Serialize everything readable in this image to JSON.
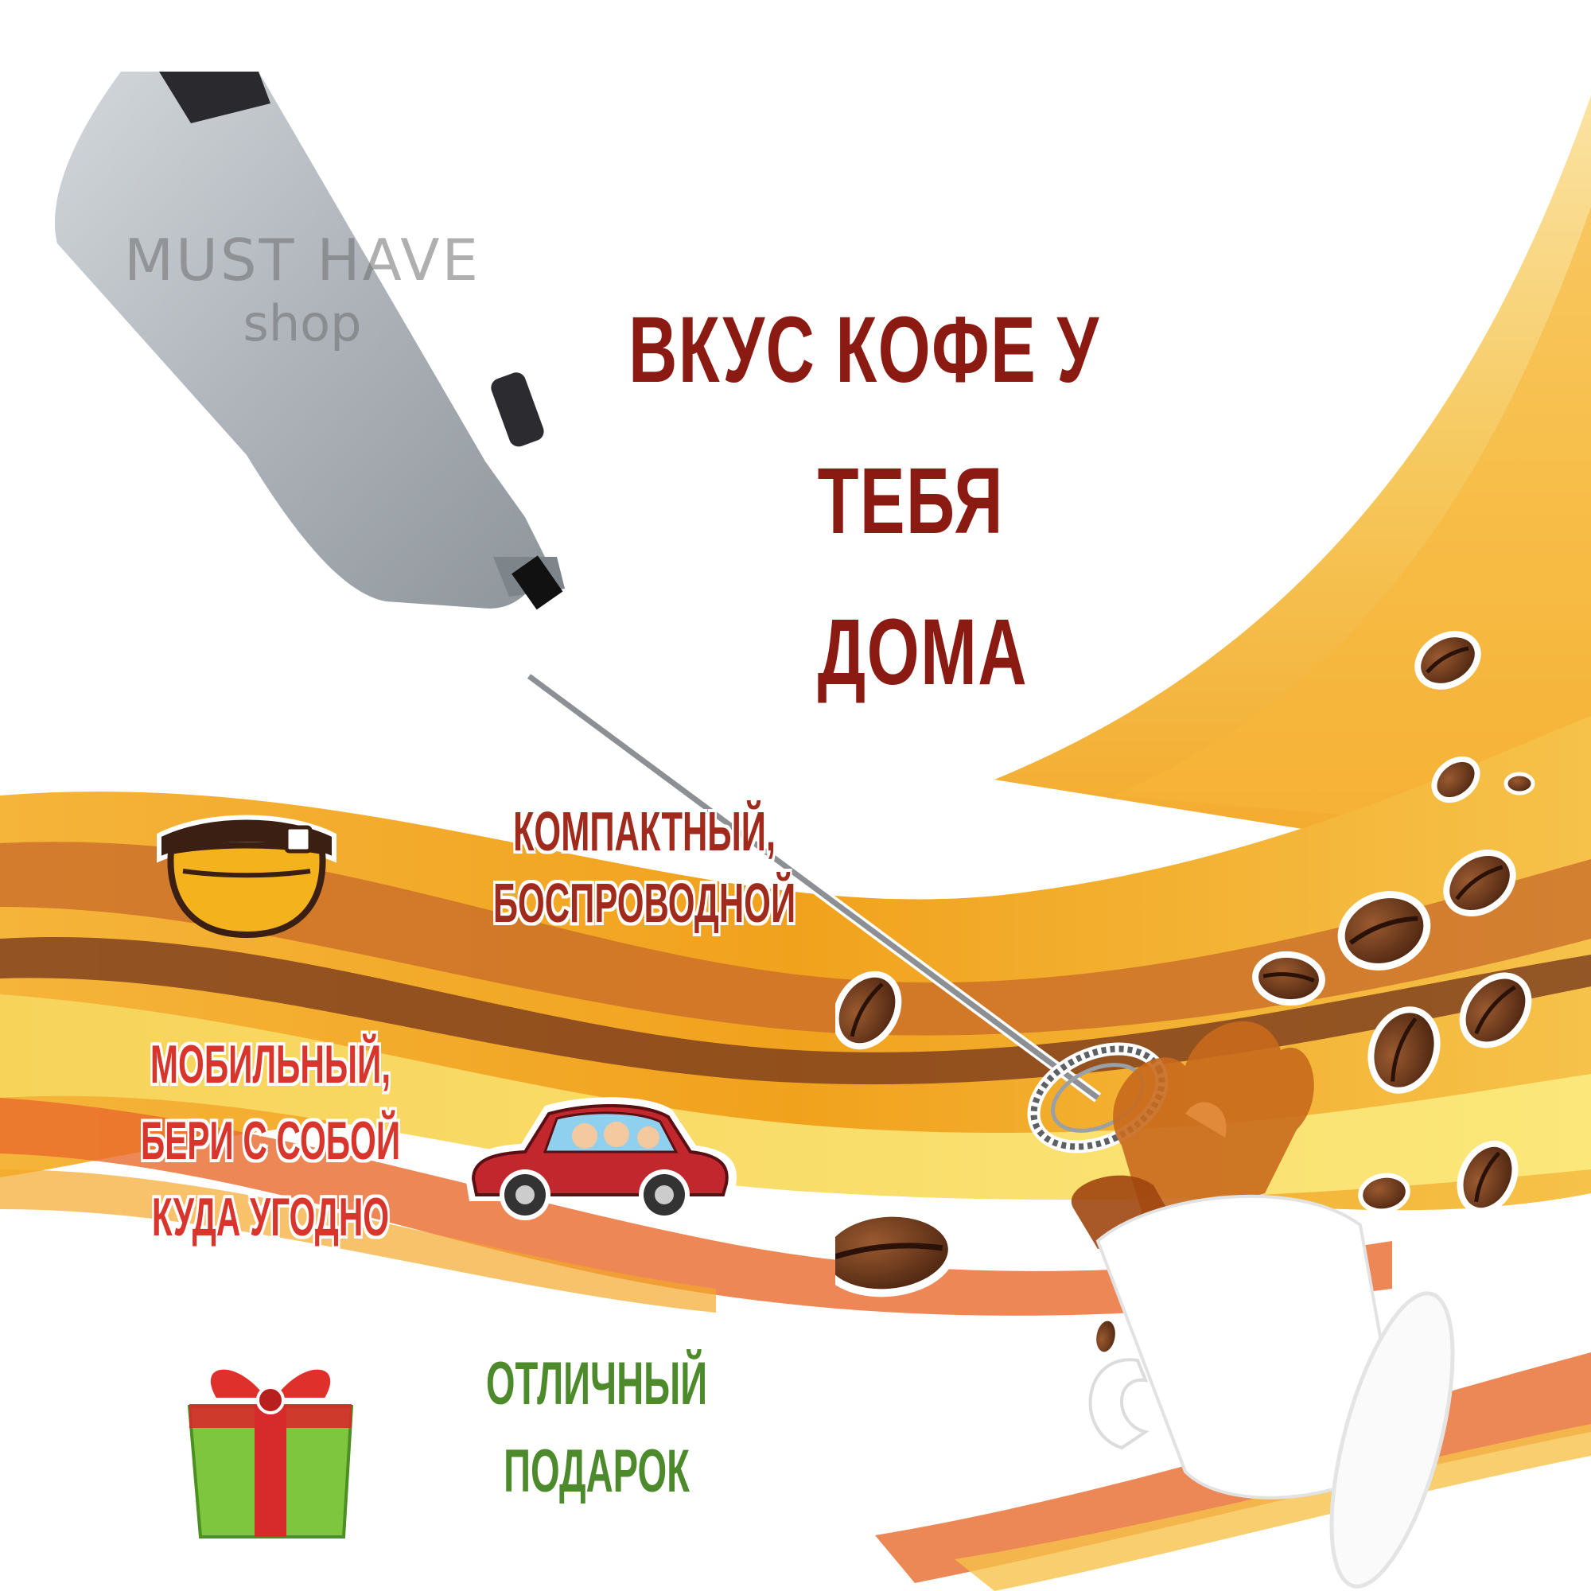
{
  "headline": {
    "line1": "ВКУС КОФЕ У",
    "line2": "ТЕБЯ ДОМА"
  },
  "watermark": {
    "line1": "MUST HAVE",
    "line2": "shop"
  },
  "features": [
    {
      "lines": [
        "КОМПАКТНЫЙ,",
        "БОСПРОВОДНОЙ"
      ],
      "icon": "waist-bag-icon",
      "color": "#a02a1c"
    },
    {
      "lines": [
        "МОБИЛЬНЫЙ,",
        "БЕРИ С СОБОЙ",
        "КУДА УГОДНО"
      ],
      "icon": "family-car-icon",
      "color": "#d8352c"
    },
    {
      "lines": [
        "ОТЛИЧНЫЙ",
        "ПОДАРОК"
      ],
      "icon": "gift-box-icon",
      "color": "#4d8a2c"
    }
  ],
  "product": {
    "icon": "milk-frother-icon"
  },
  "colors": {
    "headline": "#8b1a12",
    "wave_orange": "#f0a020",
    "wave_brown": "#6b3a1f",
    "wave_yellow": "#f7e04a"
  }
}
